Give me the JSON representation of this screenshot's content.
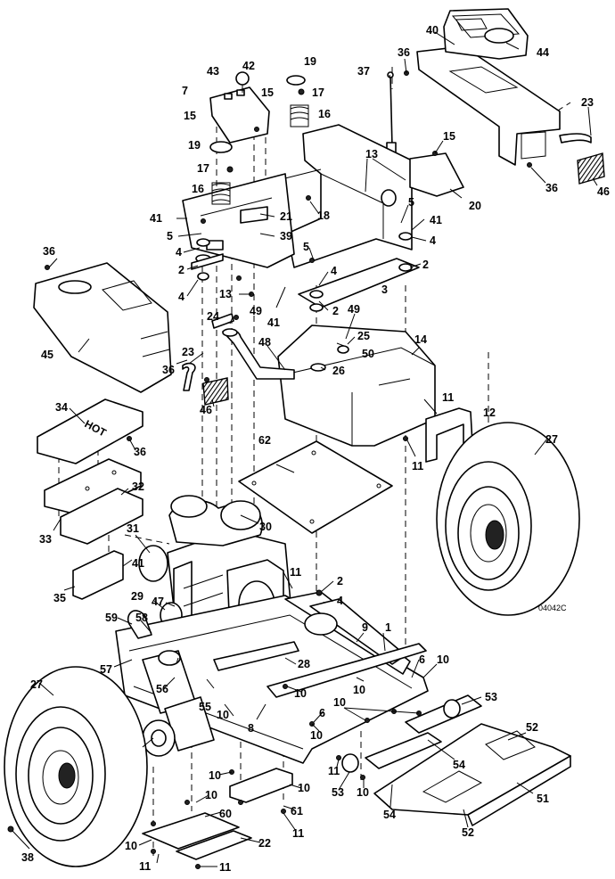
{
  "drawing_number": "04042C",
  "decal_text": "HOT",
  "callouts": [
    "1",
    "2",
    "3",
    "4",
    "5",
    "6",
    "7",
    "8",
    "9",
    "10",
    "11",
    "12",
    "13",
    "14",
    "15",
    "16",
    "17",
    "18",
    "19",
    "20",
    "21",
    "22",
    "23",
    "24",
    "25",
    "26",
    "27",
    "28",
    "29",
    "30",
    "31",
    "32",
    "33",
    "34",
    "35",
    "36",
    "37",
    "38",
    "39",
    "40",
    "41",
    "42",
    "43",
    "44",
    "45",
    "46",
    "47",
    "48",
    "49",
    "50",
    "51",
    "52",
    "53",
    "54",
    "55",
    "56",
    "57",
    "58",
    "59",
    "60",
    "61",
    "62"
  ]
}
